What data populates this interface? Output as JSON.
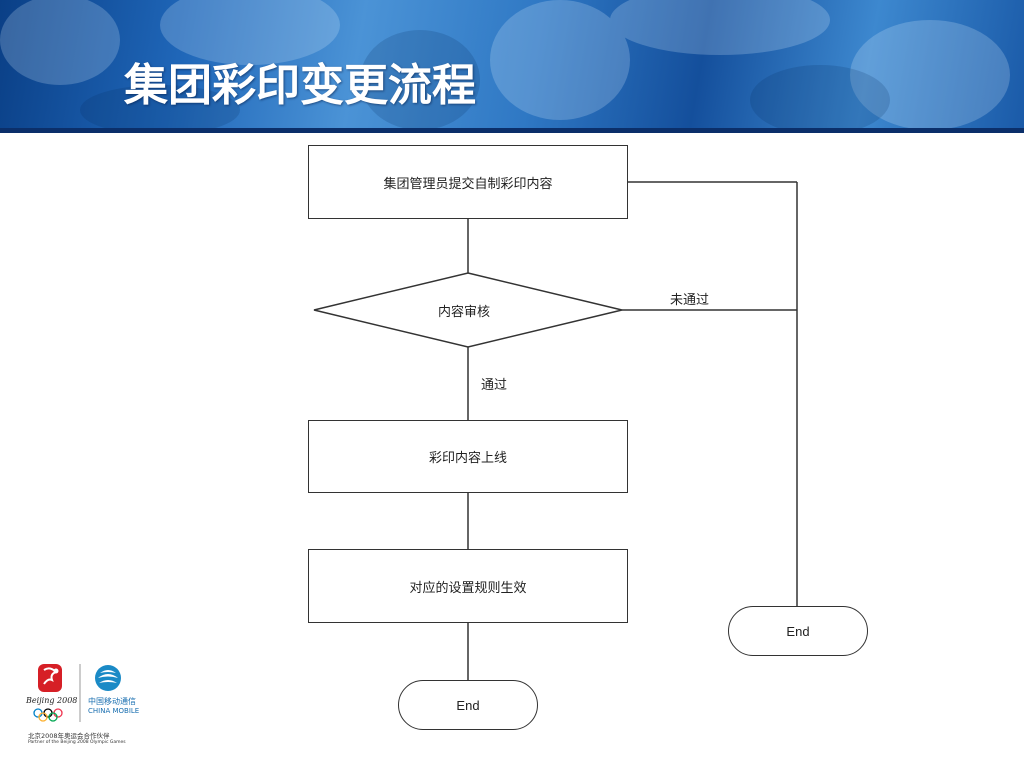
{
  "slide": {
    "title": "集团彩印变更流程"
  },
  "flowchart": {
    "step1": "集团管理员提交自制彩印内容",
    "decision": "内容审核",
    "reject_label": "未通过",
    "pass_label": "通过",
    "step2": "彩印内容上线",
    "step3": "对应的设置规则生效",
    "end_main": "End",
    "end_reject": "End"
  },
  "logos": {
    "beijing2008": "Beijing 2008",
    "chinamobile_cn": "中国移动通信",
    "chinamobile_en": "CHINA MOBILE",
    "partner_cn": "北京2008年奥运会合作伙伴",
    "partner_en": "Partner of the Beijing 2008 Olympic Games"
  },
  "colors": {
    "banner_dark": "#0b2f6a",
    "banner_mid": "#1f66b8",
    "stroke": "#333333"
  }
}
